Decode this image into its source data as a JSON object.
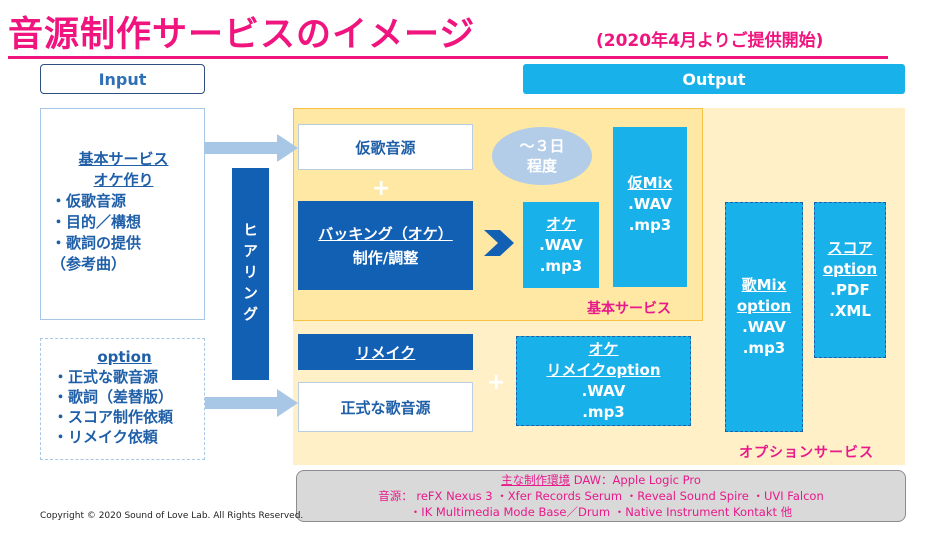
{
  "title": "音源制作サービスのイメージ",
  "subtitle": "(2020年4月よりご提供開始)",
  "input_header": "Input",
  "output_header": "Output",
  "basic_service": {
    "title": "基本サービス",
    "title2": "オケ作り",
    "items": [
      "・仮歌音源",
      "・目的／構想",
      "・歌詞の提供",
      "（参考曲）"
    ]
  },
  "option_input": {
    "title": "option",
    "items": [
      "・正式な歌音源",
      "・歌詞（差替版）",
      "・スコア制作依頼",
      "・リメイク依頼"
    ]
  },
  "hearing": "ヒアリング",
  "kari_uta": "仮歌音源",
  "plus": "+",
  "backing": {
    "line1": "バッキング（オケ）",
    "line2": "制作/調整"
  },
  "remake": "リメイク",
  "seishiki": "正式な歌音源",
  "duration": {
    "line1": "～３日",
    "line2": "程度"
  },
  "oke_out": {
    "title": "オケ",
    "f1": ".WAV",
    "f2": ".mp3"
  },
  "karimix_out": {
    "title": "仮Mix",
    "f1": ".WAV",
    "f2": ".mp3"
  },
  "remake_out": {
    "title1": "オケ",
    "title2": "リメイクoption",
    "f1": ".WAV",
    "f2": ".mp3"
  },
  "utamix_out": {
    "title1": "歌Mix",
    "title2": "option",
    "f1": ".WAV",
    "f2": ".mp3"
  },
  "score_out": {
    "title1": "スコア",
    "title2": "option",
    "f1": ".PDF",
    "f2": ".XML"
  },
  "basic_label": "基本サービス",
  "option_label": "オプションサービス",
  "environment": {
    "heading": "主な制作環境",
    "daw": " DAW：Apple Logic Pro",
    "line2": "音源： reFX Nexus 3 ・Xfer Records Serum ・Reveal Sound Spire ・UVI Falcon",
    "line3": "・IK Multimedia Mode Base／Drum ・Native Instrument Kontakt 他"
  },
  "copyright": "Copyright © 2020 Sound of Love Lab. All Rights Reserved.",
  "colors": {
    "accent": "#f0147e",
    "dark_blue": "#1260b4",
    "cyan": "#19b1ea",
    "basic_bg": "#ffe8a3",
    "option_bg": "#fff0c8"
  }
}
